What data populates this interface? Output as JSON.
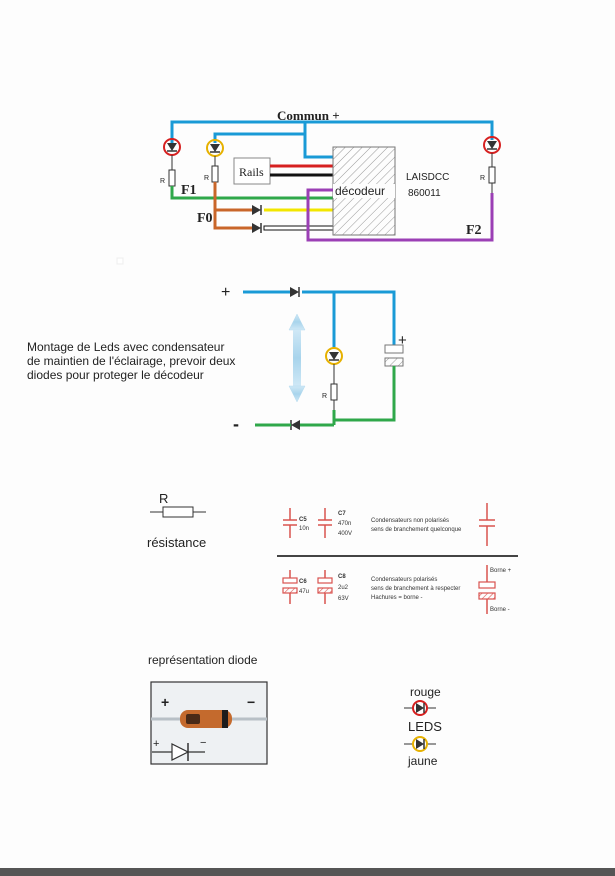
{
  "top_circuit": {
    "commun_label": "Commun +",
    "rails_label": "Rails",
    "decoder_label": "décodeur",
    "decoder_model": "LAISDCC",
    "decoder_ref": "860011",
    "f1_label": "F1",
    "f0_label": "F0",
    "f2_label": "F2",
    "resistor_letter": "R"
  },
  "capacitor_circuit": {
    "plus_label": "+",
    "minus_label": "-",
    "cap_plus_label": "+",
    "resistor_letter": "R",
    "caption": [
      "Montage de Leds avec condensateur",
      "de maintien de l'éclairage, prevoir deux",
      "diodes pour proteger le décodeur"
    ]
  },
  "legend": {
    "resistor_letter": "R",
    "resistor_label": "résistance",
    "c5": [
      "C5",
      "10n"
    ],
    "c7": [
      "C7",
      "470n",
      "400V"
    ],
    "nonpolar_text": [
      "Condensateurs non polarisés",
      "sens de branchement quelconque"
    ],
    "c6": [
      "C6",
      "47u"
    ],
    "c8": [
      "C8",
      "2u2",
      "63V"
    ],
    "polar_text": [
      "Condensateurs polarisés",
      "sens de branchement à respecter",
      "Hachures = borne -"
    ],
    "borne_plus": "Borne +",
    "borne_minus": "Borne -",
    "diode_title": "représentation diode",
    "diode_plus": "+",
    "diode_minus": "−",
    "symbol_plus": "+",
    "symbol_minus": "−",
    "led_red": "rouge",
    "led_title": "LEDS",
    "led_yellow": "jaune"
  },
  "colors": {
    "blue": "#1a9ad6",
    "green": "#2fa84a",
    "red": "#d62020",
    "yellow": "#f2e600",
    "black": "#111111",
    "purple": "#9b3fb5",
    "orange": "#c9662a",
    "cap_red": "#d9534f",
    "arrow_blue": "#a8d4ec"
  }
}
